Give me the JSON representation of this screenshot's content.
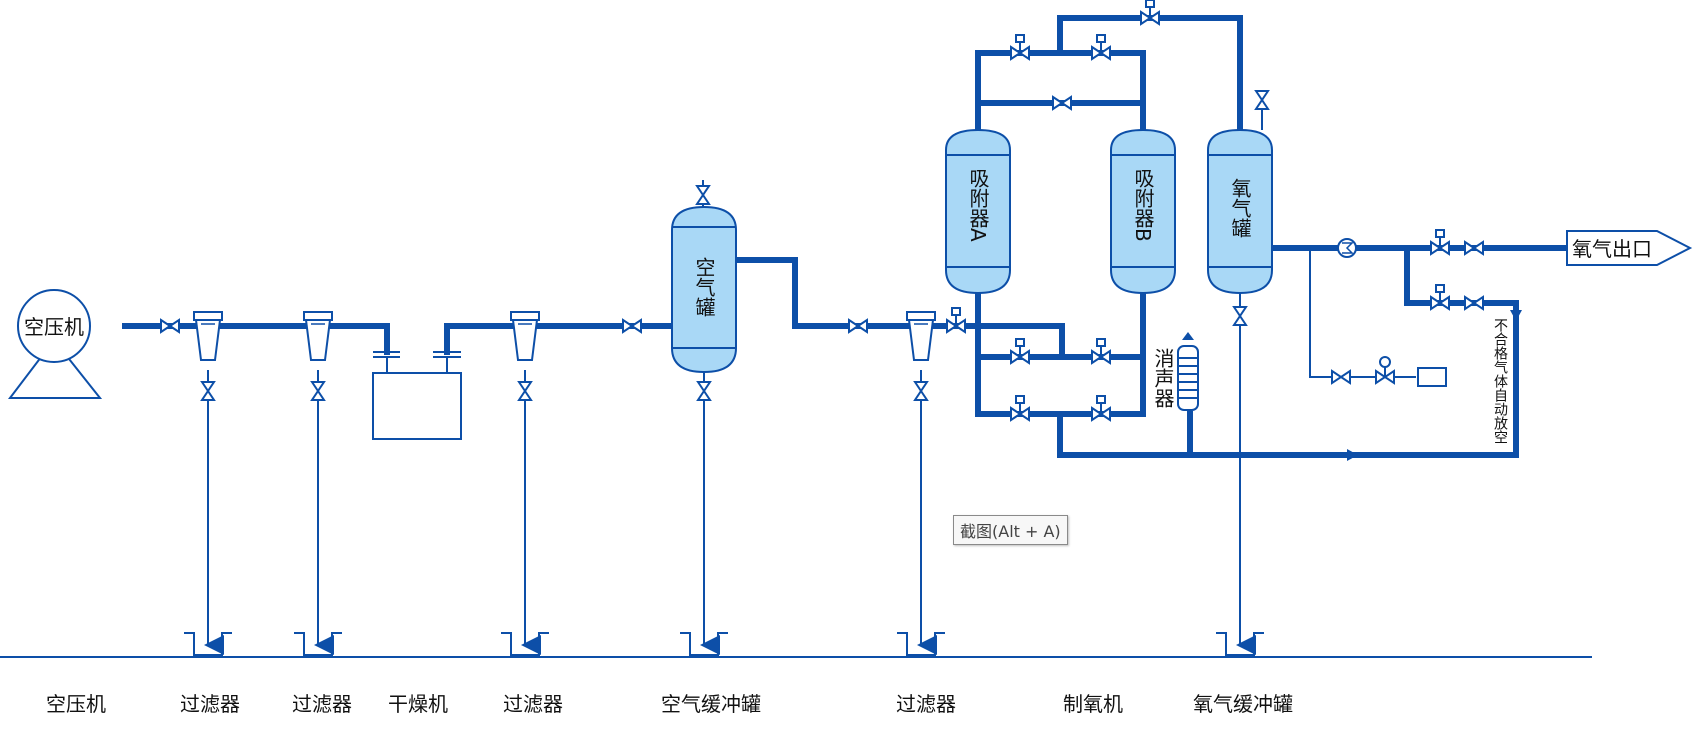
{
  "diagram": {
    "compressor_label": "空压机",
    "tank_air_label": "空气罐",
    "adsorber_a_label": "吸附器A",
    "adsorber_b_label": "吸附器B",
    "tank_oxygen_label": "氧气罐",
    "muffler_label": "消声器",
    "outlet_label": "氧气出口",
    "vent_label": "不合格气体自动放空"
  },
  "bottom_labels": {
    "compressor": "空压机",
    "filter1": "过滤器",
    "filter2": "过滤器",
    "dryer": "干燥机",
    "filter3": "过滤器",
    "air_buffer": "空气缓冲罐",
    "filter4": "过滤器",
    "oxygen_generator": "制氧机",
    "oxygen_buffer": "氧气缓冲罐"
  },
  "tooltip": {
    "text": "截图(Alt + A)"
  },
  "colors": {
    "pipe": "#0d4fa8",
    "tank_fill": "#a9d8f6",
    "background": "#ffffff"
  }
}
